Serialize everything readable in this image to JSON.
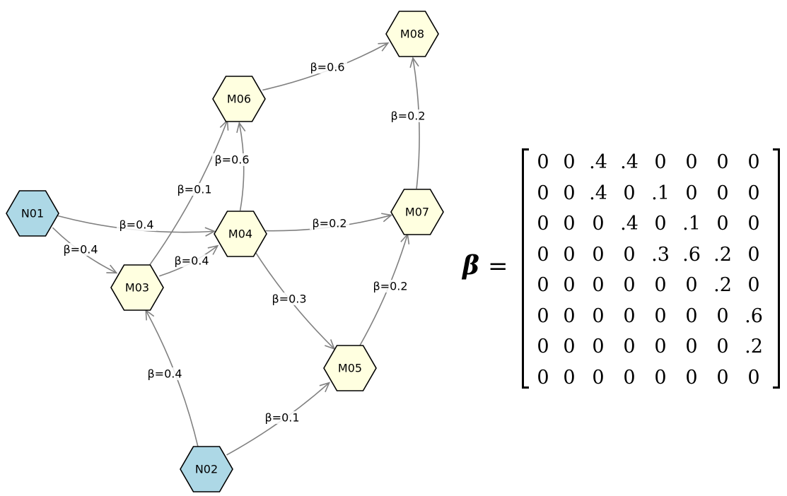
{
  "graph": {
    "nodes": [
      {
        "id": "N01",
        "label": "N01",
        "type": "input",
        "color": "#add8e6"
      },
      {
        "id": "N02",
        "label": "N02",
        "type": "input",
        "color": "#add8e6"
      },
      {
        "id": "M03",
        "label": "M03",
        "type": "mediator",
        "color": "#ffffe0"
      },
      {
        "id": "M04",
        "label": "M04",
        "type": "mediator",
        "color": "#ffffe0"
      },
      {
        "id": "M05",
        "label": "M05",
        "type": "mediator",
        "color": "#ffffe0"
      },
      {
        "id": "M06",
        "label": "M06",
        "type": "mediator",
        "color": "#ffffe0"
      },
      {
        "id": "M07",
        "label": "M07",
        "type": "mediator",
        "color": "#ffffe0"
      },
      {
        "id": "M08",
        "label": "M08",
        "type": "mediator",
        "color": "#ffffe0"
      }
    ],
    "edges": [
      {
        "from": "N01",
        "to": "M03",
        "label": "β=0.4",
        "weight": 0.4
      },
      {
        "from": "N01",
        "to": "M04",
        "label": "β=0.4",
        "weight": 0.4
      },
      {
        "from": "N02",
        "to": "M03",
        "label": "β=0.4",
        "weight": 0.4
      },
      {
        "from": "N02",
        "to": "M05",
        "label": "β=0.1",
        "weight": 0.1
      },
      {
        "from": "M03",
        "to": "M04",
        "label": "β=0.4",
        "weight": 0.4
      },
      {
        "from": "M03",
        "to": "M06",
        "label": "β=0.1",
        "weight": 0.1
      },
      {
        "from": "M04",
        "to": "M05",
        "label": "β=0.3",
        "weight": 0.3
      },
      {
        "from": "M04",
        "to": "M06",
        "label": "β=0.6",
        "weight": 0.6
      },
      {
        "from": "M04",
        "to": "M07",
        "label": "β=0.2",
        "weight": 0.2
      },
      {
        "from": "M05",
        "to": "M07",
        "label": "β=0.2",
        "weight": 0.2
      },
      {
        "from": "M06",
        "to": "M08",
        "label": "β=0.6",
        "weight": 0.6
      },
      {
        "from": "M07",
        "to": "M08",
        "label": "β=0.2",
        "weight": 0.2
      }
    ],
    "edge_color": "#808080"
  },
  "equation": {
    "symbol": "β",
    "equals": "=",
    "matrix": [
      [
        "0",
        "0",
        ".4",
        ".4",
        "0",
        "0",
        "0",
        "0"
      ],
      [
        "0",
        "0",
        ".4",
        "0",
        ".1",
        "0",
        "0",
        "0"
      ],
      [
        "0",
        "0",
        "0",
        ".4",
        "0",
        ".1",
        "0",
        "0"
      ],
      [
        "0",
        "0",
        "0",
        "0",
        ".3",
        ".6",
        ".2",
        "0"
      ],
      [
        "0",
        "0",
        "0",
        "0",
        "0",
        "0",
        ".2",
        "0"
      ],
      [
        "0",
        "0",
        "0",
        "0",
        "0",
        "0",
        "0",
        ".6"
      ],
      [
        "0",
        "0",
        "0",
        "0",
        "0",
        "0",
        "0",
        ".2"
      ],
      [
        "0",
        "0",
        "0",
        "0",
        "0",
        "0",
        "0",
        "0"
      ]
    ]
  }
}
